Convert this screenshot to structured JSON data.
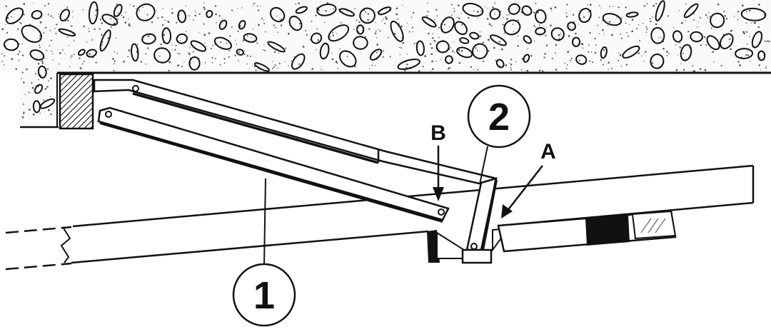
{
  "callouts": [
    {
      "id": "1",
      "label": "1"
    },
    {
      "id": "2",
      "label": "2"
    }
  ],
  "letters": [
    {
      "id": "A",
      "label": "A"
    },
    {
      "id": "B",
      "label": "B"
    }
  ],
  "colors": {
    "ink": "#111111",
    "paper": "#ffffff",
    "concrete_dots": "#555555"
  }
}
